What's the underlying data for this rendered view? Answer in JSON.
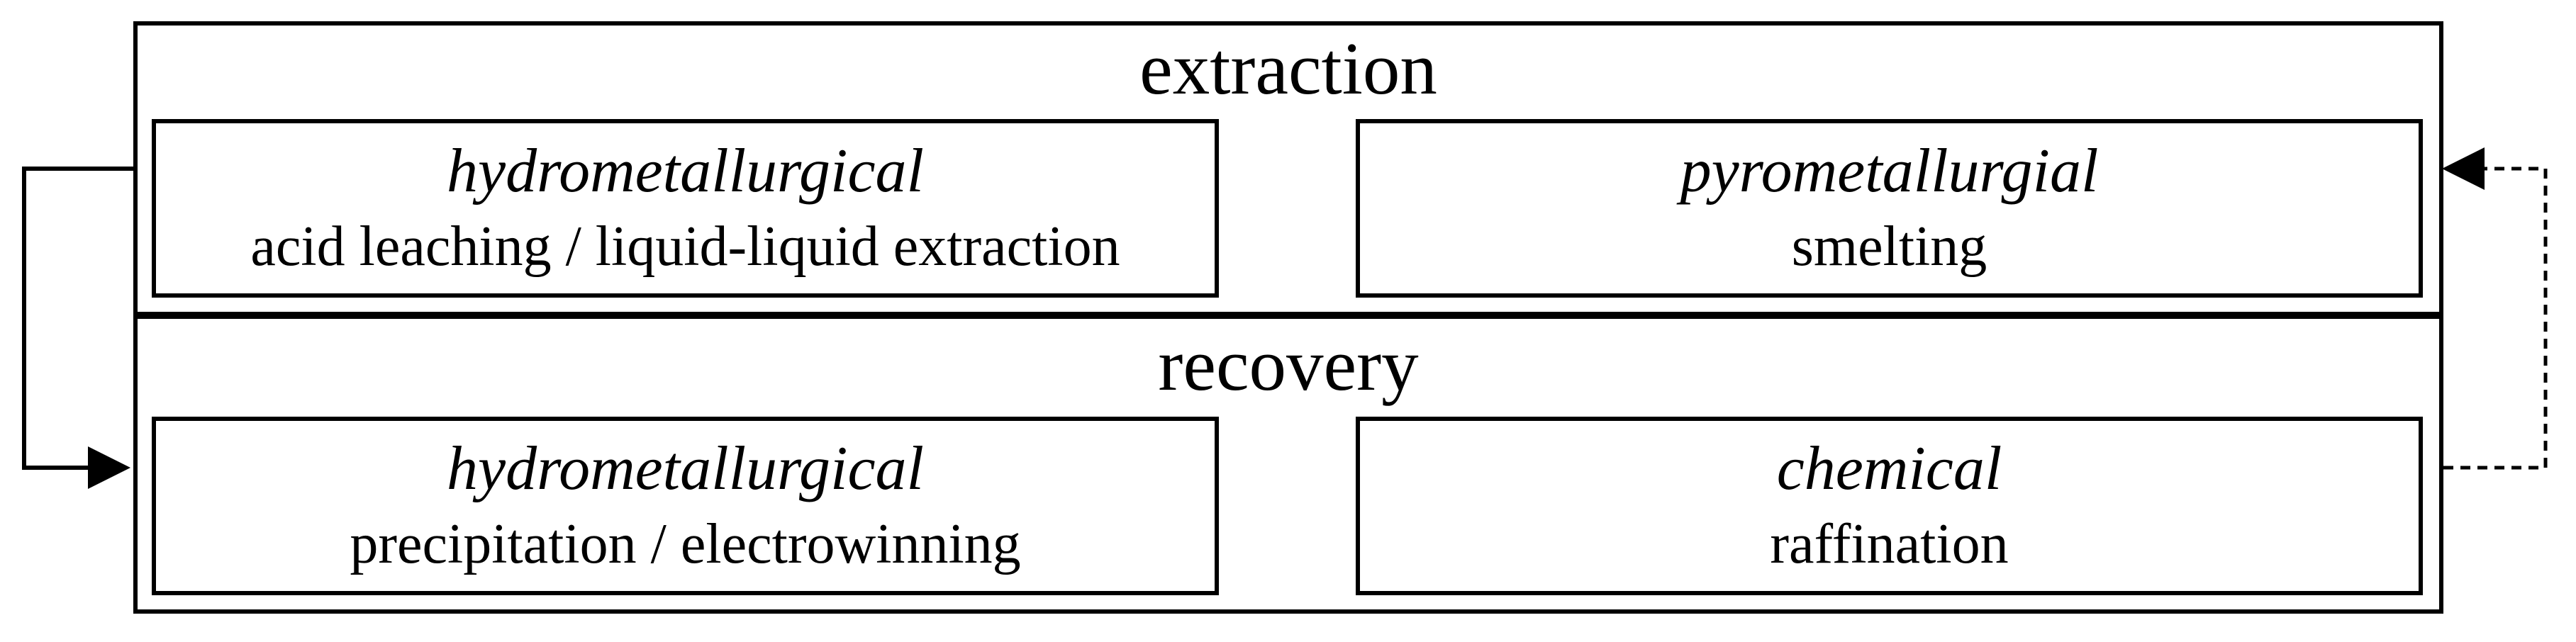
{
  "extraction": {
    "title": "extraction",
    "left": {
      "kind": "hydrometallurgical",
      "method": "acid leaching / liquid-liquid extraction"
    },
    "right": {
      "kind": "pyrometallurgial",
      "method": "smelting"
    }
  },
  "recovery": {
    "title": "recovery",
    "left": {
      "kind": "hydrometallurgical",
      "method": "precipitation / electrowinning"
    },
    "right": {
      "kind": "chemical",
      "method": "raffination"
    }
  },
  "connectors": {
    "left": {
      "style": "solid",
      "from": "extraction",
      "to": "recovery"
    },
    "right": {
      "style": "dashed",
      "from": "recovery",
      "to": "extraction"
    }
  }
}
